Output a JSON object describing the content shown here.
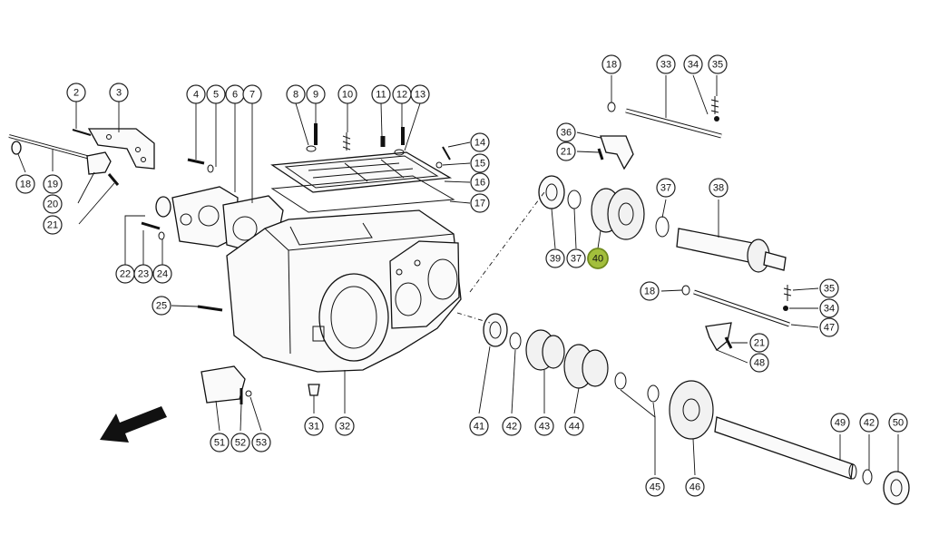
{
  "diagram": {
    "highlight_color": "#a3bf3c",
    "highlighted_part": "40",
    "direction_arrow": "front-direction-arrow"
  },
  "callouts": [
    {
      "id": "c2",
      "label": "2"
    },
    {
      "id": "c3",
      "label": "3"
    },
    {
      "id": "c4",
      "label": "4"
    },
    {
      "id": "c5",
      "label": "5"
    },
    {
      "id": "c6",
      "label": "6"
    },
    {
      "id": "c7",
      "label": "7"
    },
    {
      "id": "c8",
      "label": "8"
    },
    {
      "id": "c9",
      "label": "9"
    },
    {
      "id": "c10",
      "label": "10"
    },
    {
      "id": "c11",
      "label": "11"
    },
    {
      "id": "c12",
      "label": "12"
    },
    {
      "id": "c13",
      "label": "13"
    },
    {
      "id": "c14",
      "label": "14"
    },
    {
      "id": "c15",
      "label": "15"
    },
    {
      "id": "c16",
      "label": "16"
    },
    {
      "id": "c17",
      "label": "17"
    },
    {
      "id": "c18a",
      "label": "18"
    },
    {
      "id": "c19",
      "label": "19"
    },
    {
      "id": "c20",
      "label": "20"
    },
    {
      "id": "c21a",
      "label": "21"
    },
    {
      "id": "c22",
      "label": "22"
    },
    {
      "id": "c23",
      "label": "23"
    },
    {
      "id": "c24",
      "label": "24"
    },
    {
      "id": "c25",
      "label": "25"
    },
    {
      "id": "c18b",
      "label": "18"
    },
    {
      "id": "c33",
      "label": "33"
    },
    {
      "id": "c34a",
      "label": "34"
    },
    {
      "id": "c35a",
      "label": "35"
    },
    {
      "id": "c36",
      "label": "36"
    },
    {
      "id": "c21b",
      "label": "21"
    },
    {
      "id": "c37a",
      "label": "37"
    },
    {
      "id": "c38",
      "label": "38"
    },
    {
      "id": "c39",
      "label": "39"
    },
    {
      "id": "c37b",
      "label": "37"
    },
    {
      "id": "c40",
      "label": "40"
    },
    {
      "id": "c18c",
      "label": "18"
    },
    {
      "id": "c35b",
      "label": "35"
    },
    {
      "id": "c34b",
      "label": "34"
    },
    {
      "id": "c47",
      "label": "47"
    },
    {
      "id": "c21c",
      "label": "21"
    },
    {
      "id": "c48",
      "label": "48"
    },
    {
      "id": "c51",
      "label": "51"
    },
    {
      "id": "c52",
      "label": "52"
    },
    {
      "id": "c53",
      "label": "53"
    },
    {
      "id": "c31",
      "label": "31"
    },
    {
      "id": "c32",
      "label": "32"
    },
    {
      "id": "c41",
      "label": "41"
    },
    {
      "id": "c42a",
      "label": "42"
    },
    {
      "id": "c43",
      "label": "43"
    },
    {
      "id": "c44",
      "label": "44"
    },
    {
      "id": "c45",
      "label": "45"
    },
    {
      "id": "c46",
      "label": "46"
    },
    {
      "id": "c49",
      "label": "49"
    },
    {
      "id": "c42b",
      "label": "42"
    },
    {
      "id": "c50",
      "label": "50"
    }
  ]
}
